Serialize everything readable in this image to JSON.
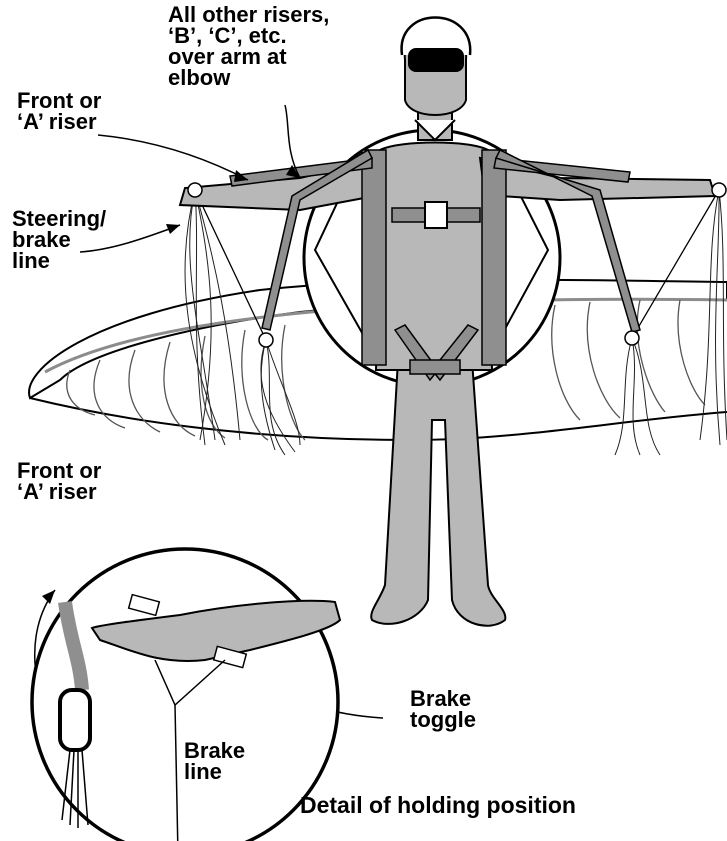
{
  "labels": {
    "other_risers": "All other risers,\n‘B’, ‘C’, etc.\nover arm at\nelbow",
    "front_riser_top": "Front or\n‘A’ riser",
    "steering_line": "Steering/\nbrake\nline",
    "front_riser_detail": "Front or\n‘A’ riser",
    "brake_toggle": "Brake\ntoggle",
    "brake_line": "Brake\nline",
    "caption": "Detail of holding position"
  },
  "colors": {
    "figure_fill": "#b8b8b8",
    "harness_fill": "#8f8f8f",
    "outline": "#000000",
    "line_gray": "#8c8c8c",
    "background": "#ffffff"
  }
}
